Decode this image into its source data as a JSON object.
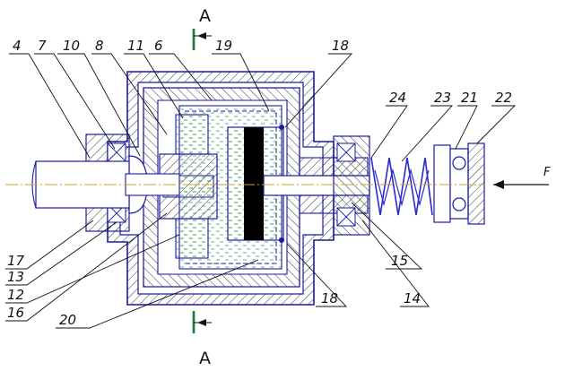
{
  "section_marks": {
    "top": "A",
    "bottom": "A"
  },
  "force_label": "F",
  "leaders": [
    {
      "id": "4",
      "text": "4"
    },
    {
      "id": "7",
      "text": "7"
    },
    {
      "id": "10",
      "text": "10"
    },
    {
      "id": "8",
      "text": "8"
    },
    {
      "id": "11",
      "text": "11"
    },
    {
      "id": "6",
      "text": "6"
    },
    {
      "id": "19",
      "text": "19"
    },
    {
      "id": "18a",
      "text": "18"
    },
    {
      "id": "24",
      "text": "24"
    },
    {
      "id": "23",
      "text": "23"
    },
    {
      "id": "21",
      "text": "21"
    },
    {
      "id": "22",
      "text": "22"
    },
    {
      "id": "17",
      "text": "17"
    },
    {
      "id": "13",
      "text": "13"
    },
    {
      "id": "12",
      "text": "12"
    },
    {
      "id": "16",
      "text": "16"
    },
    {
      "id": "20",
      "text": "20"
    },
    {
      "id": "18b",
      "text": "18"
    },
    {
      "id": "14",
      "text": "14"
    },
    {
      "id": "15",
      "text": "15"
    }
  ],
  "colors": {
    "outline": "#1a1aa8",
    "hatch": "#222222",
    "axis": "#c9a227",
    "section_mark": "#1a7a3a",
    "spring": "#2a2ad0",
    "piston": "#000000",
    "fluid_dots": "#2f8f4f"
  }
}
